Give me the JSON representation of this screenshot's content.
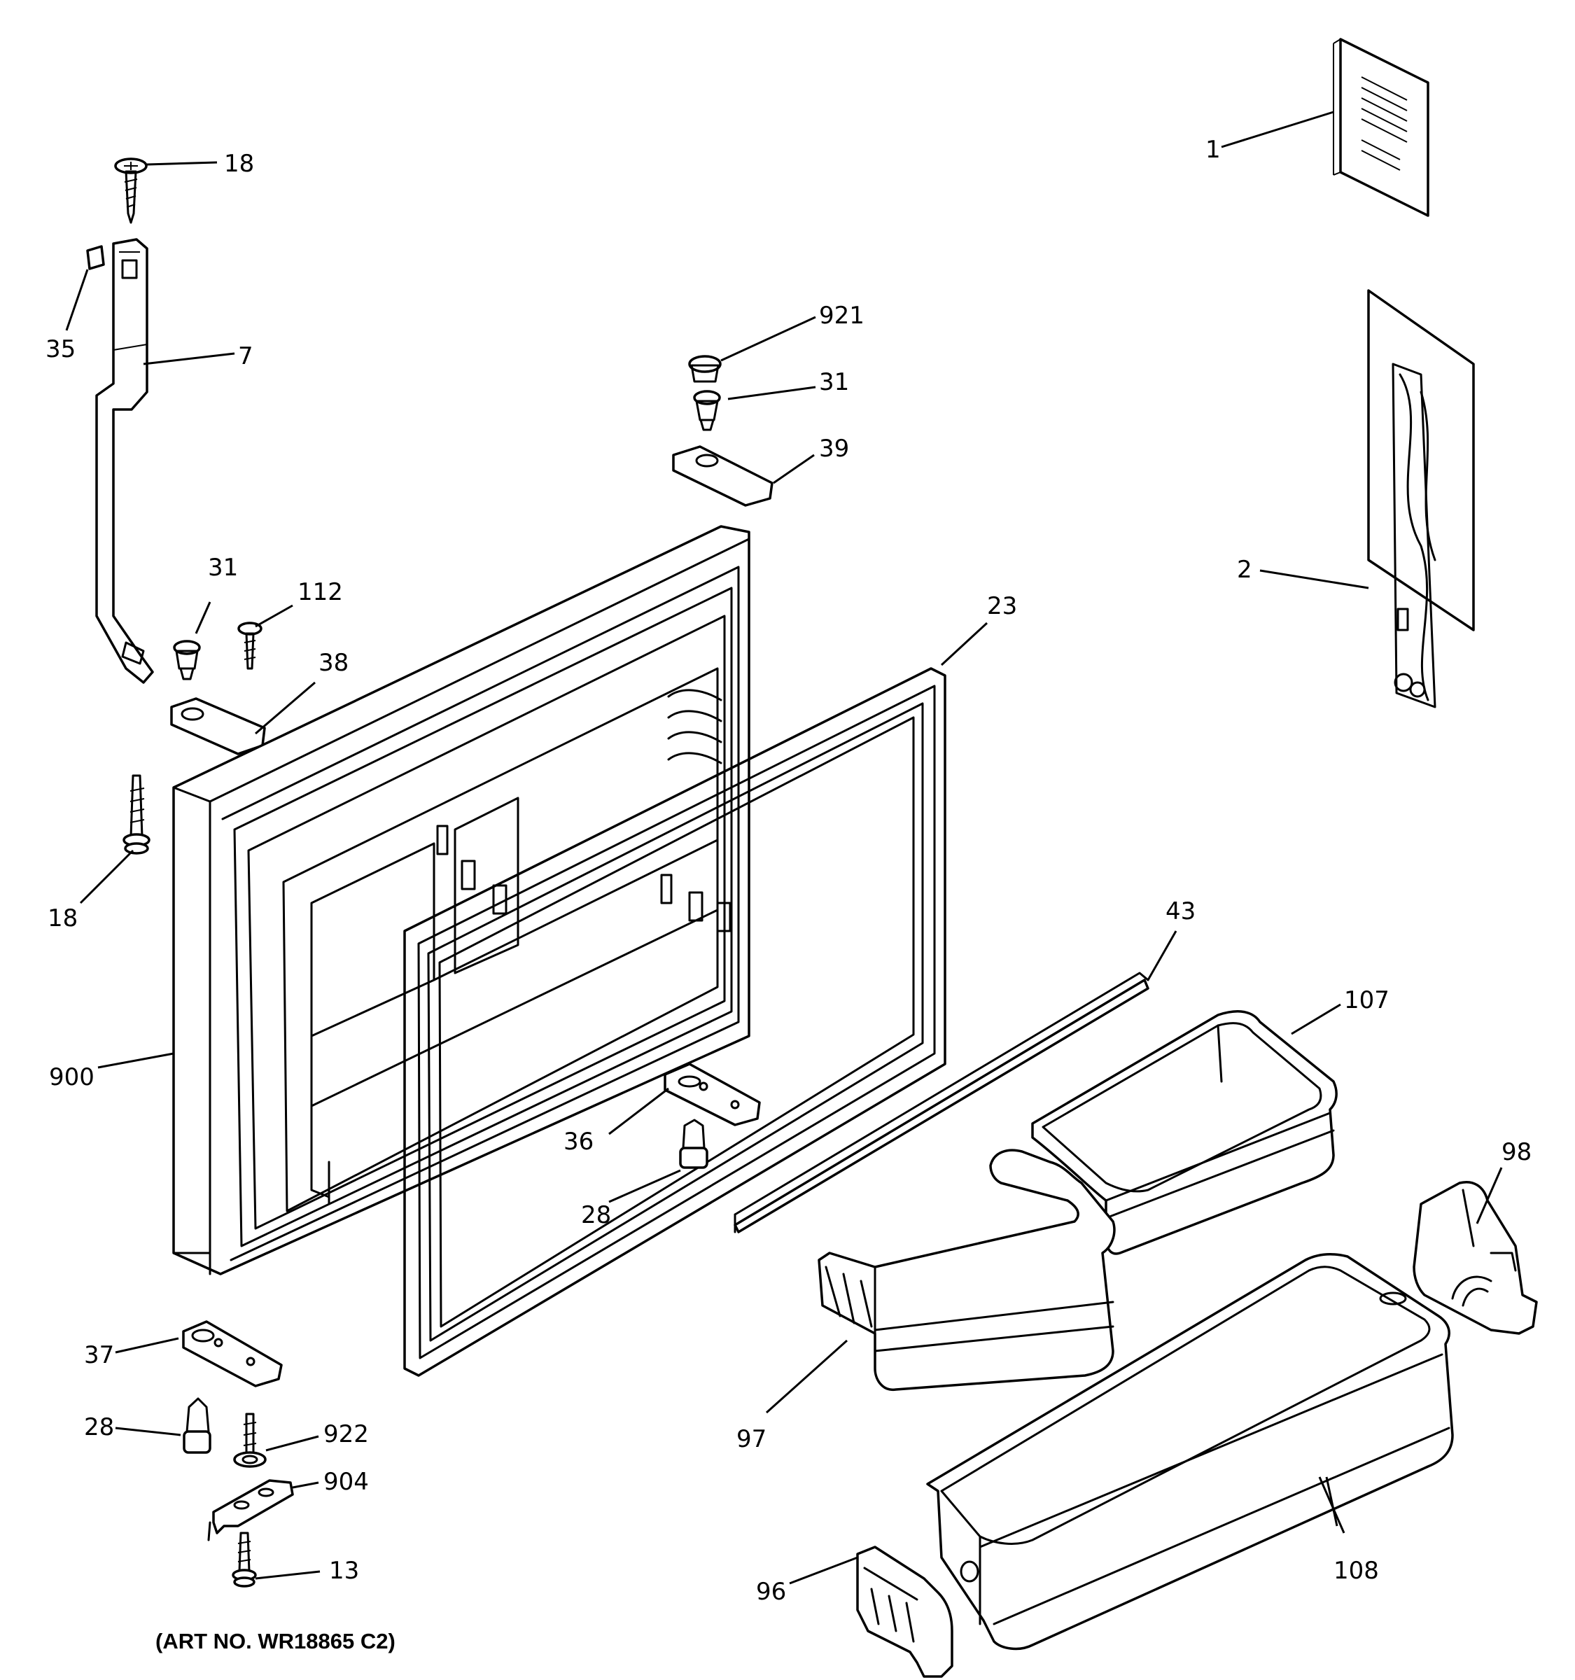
{
  "caption": "(ART NO. WR18865 C2)",
  "callouts": {
    "c1": "1",
    "c2": "2",
    "c7": "7",
    "c13": "13",
    "c18a": "18",
    "c18b": "18",
    "c23": "23",
    "c28a": "28",
    "c28b": "28",
    "c31a": "31",
    "c31b": "31",
    "c35": "35",
    "c36": "36",
    "c37": "37",
    "c38": "38",
    "c39": "39",
    "c43": "43",
    "c96": "96",
    "c97": "97",
    "c98": "98",
    "c107": "107",
    "c108": "108",
    "c112": "112",
    "c900": "900",
    "c904": "904",
    "c921": "921",
    "c922": "922"
  }
}
